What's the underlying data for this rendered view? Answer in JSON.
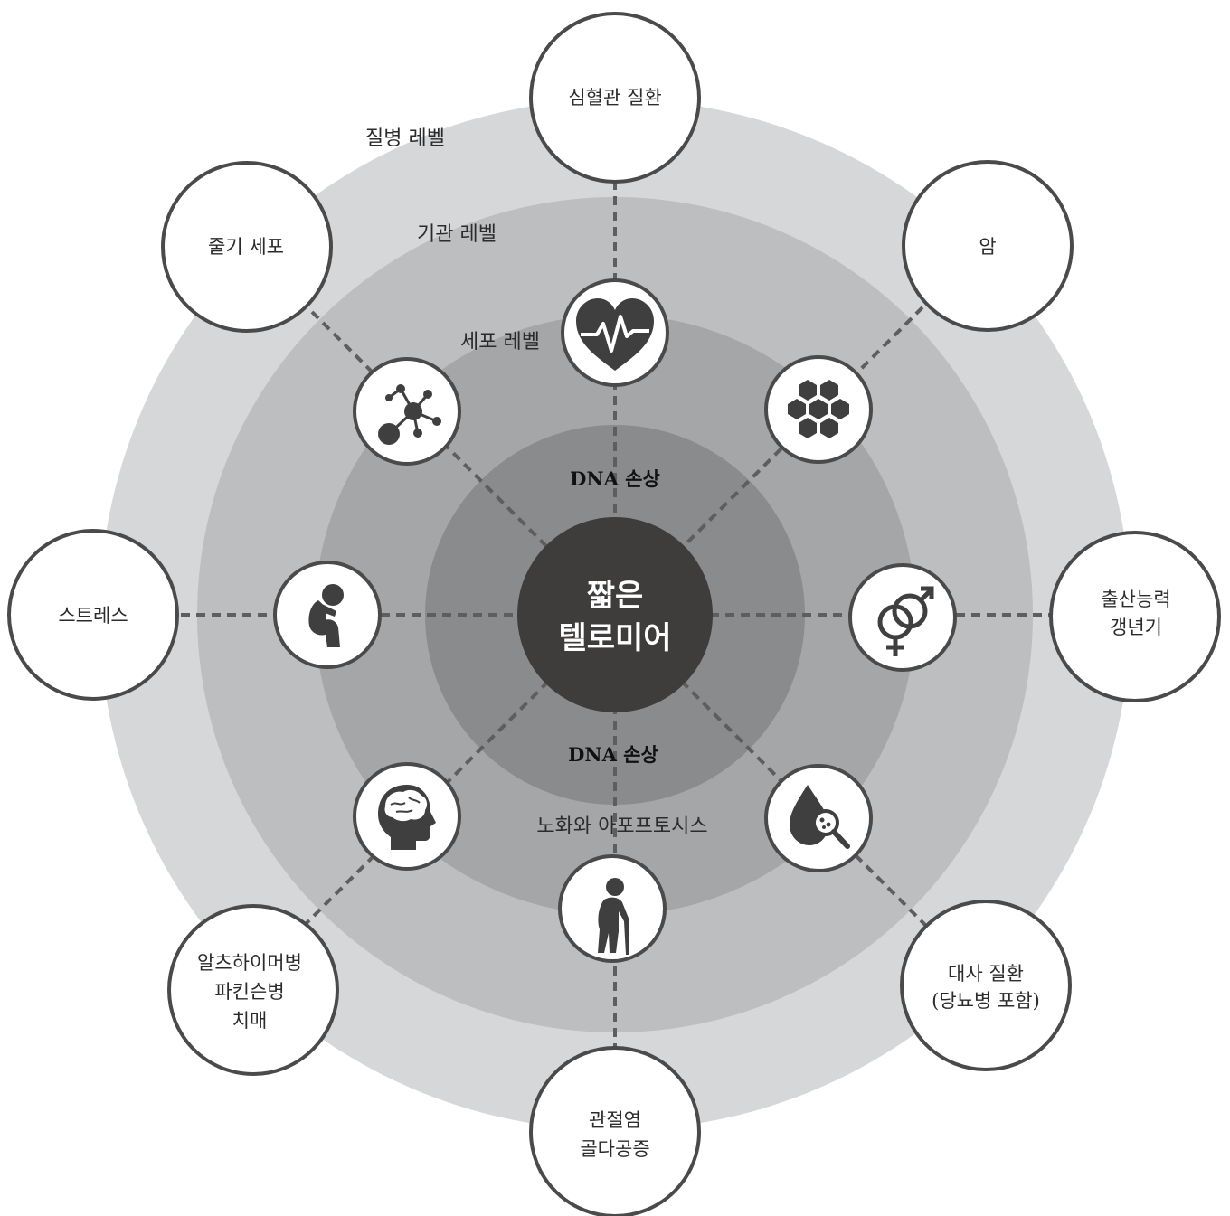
{
  "colors": {
    "ring_disease": "#d6d7d9",
    "ring_organ": "#bdbec0",
    "ring_cell": "#a5a6a8",
    "ring_dna": "#8a8b8d",
    "center": "#3e3d3c",
    "node_stroke": "#4a4a4a",
    "connector": "#5e5e5e",
    "icon": "#3f3f3f"
  },
  "ring_labels": {
    "disease": "질병 레벨",
    "organ": "기관 레벨",
    "cell": "세포 레벨"
  },
  "dna_labels": {
    "top": "DNA 손상",
    "bottom": "DNA 손상"
  },
  "aging_label": "노화와 아포프토시스",
  "center": {
    "line1": "짧은",
    "line2": "텔로미어"
  },
  "outer_nodes": {
    "top": [
      "심혈관 질환"
    ],
    "top_right": [
      "암"
    ],
    "right": [
      "출산능력",
      "갱년기"
    ],
    "bottom_right": [
      "대사 질환",
      "(당뇨병 포함)"
    ],
    "bottom": [
      "관절염",
      "골다공증"
    ],
    "bottom_left": [
      "알츠하이머병",
      "파킨슨병",
      "치매"
    ],
    "left": [
      "스트레스"
    ],
    "top_left": [
      "줄기 세포"
    ]
  },
  "icons": {
    "top": "heart-pulse-icon",
    "top_right": "honeycomb-cells-icon",
    "right": "gender-symbols-icon",
    "bottom_right": "blood-drop-magnifier-icon",
    "bottom": "elderly-person-cane-icon",
    "bottom_left": "brain-head-icon",
    "left": "stressed-person-icon",
    "top_left": "molecule-network-icon"
  }
}
